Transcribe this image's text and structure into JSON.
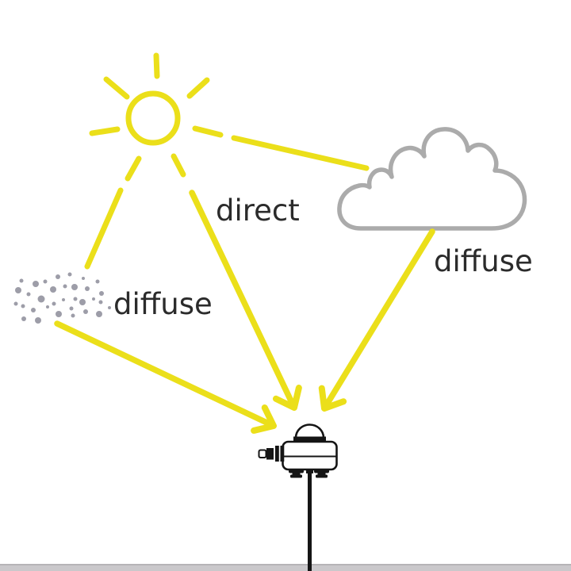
{
  "page": {
    "kind": "educational-diagram",
    "topic": "Solar radiation components measured by a pyranometer",
    "background": "#ffffff"
  },
  "labels": {
    "direct": "direct",
    "diffuse_cloud": "diffuse",
    "diffuse_aerosol": "diffuse"
  },
  "colors": {
    "ray_yellow": "#EBDF1A",
    "cloud_gray": "#ABABAB",
    "aerosol_gray": "#9D9DA8",
    "label_text": "#2B2B2B",
    "sensor_outline": "#151515",
    "ground_gray": "#CAC8CB",
    "ground_edge": "#B6B4B7"
  },
  "nodes": {
    "sun": "sun with radial rays, upper left",
    "cloud": "cloud outline, upper right",
    "aerosol": "scattered particle dots, middle left",
    "sensor": "pyranometer with glass dome on mounting pole, bottom center",
    "ground": "gray ground strip at bottom edge"
  },
  "edges": [
    {
      "from": "sun",
      "to": "sensor",
      "label": "direct",
      "arrow": true
    },
    {
      "from": "sun",
      "to": "cloud",
      "label": "",
      "arrow": false
    },
    {
      "from": "cloud",
      "to": "sensor",
      "label": "diffuse",
      "arrow": true
    },
    {
      "from": "sun",
      "to": "aerosol",
      "label": "",
      "arrow": false
    },
    {
      "from": "aerosol",
      "to": "sensor",
      "label": "diffuse",
      "arrow": true
    }
  ],
  "aerosol": {
    "dots": [
      [
        27,
        354,
        2.5
      ],
      [
        45,
        358,
        4
      ],
      [
        57,
        355,
        2.5
      ],
      [
        73,
        349,
        3
      ],
      [
        88,
        346,
        2.5
      ],
      [
        105,
        351,
        2
      ],
      [
        123,
        355,
        2.5
      ],
      [
        23,
        366,
        4
      ],
      [
        36,
        371,
        2.5
      ],
      [
        52,
        377,
        4.5
      ],
      [
        67,
        365,
        4
      ],
      [
        82,
        361,
        2.5
      ],
      [
        94,
        362,
        4
      ],
      [
        110,
        364,
        3
      ],
      [
        128,
        370,
        3
      ],
      [
        20,
        383,
        2.5
      ],
      [
        29,
        386,
        2.5
      ],
      [
        42,
        391,
        3
      ],
      [
        60,
        387,
        2
      ],
      [
        68,
        383,
        2.5
      ],
      [
        80,
        378,
        2
      ],
      [
        95,
        377,
        2.5
      ],
      [
        104,
        381,
        4
      ],
      [
        118,
        377,
        2
      ],
      [
        127,
        381,
        2.5
      ],
      [
        30,
        402,
        3
      ],
      [
        48,
        404,
        4
      ],
      [
        74,
        396,
        4
      ],
      [
        90,
        389,
        2.5
      ],
      [
        92,
        398,
        2.5
      ],
      [
        108,
        393,
        3
      ],
      [
        125,
        396,
        4
      ],
      [
        138,
        388,
        2
      ]
    ]
  }
}
